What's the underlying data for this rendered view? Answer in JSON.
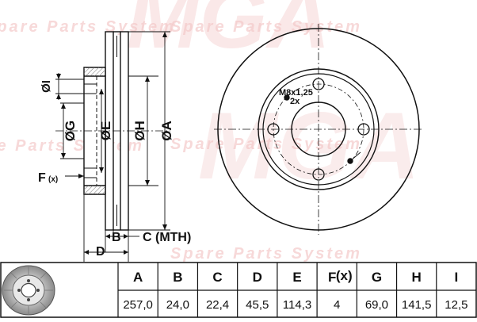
{
  "watermark": {
    "logo_text": "MGA",
    "slogan": "Spare Parts System"
  },
  "side_view": {
    "labels": {
      "I": "ØI",
      "G": "ØG",
      "E": "ØE",
      "H": "ØH",
      "A": "ØA",
      "F": "F",
      "F_sub": "(x)",
      "B": "B",
      "C": "C (MTH)",
      "D": "D"
    }
  },
  "front_view": {
    "bolt_label": "M8x1,25",
    "bolt_count_label": "2x"
  },
  "spec_table": {
    "columns": [
      {
        "header": "A",
        "value": "257,0"
      },
      {
        "header": "B",
        "value": "24,0"
      },
      {
        "header": "C",
        "value": "22,4"
      },
      {
        "header": "D",
        "value": "45,5"
      },
      {
        "header": "E",
        "value": "114,3"
      },
      {
        "header": "F",
        "header_sub": "(x)",
        "value": "4"
      },
      {
        "header": "G",
        "value": "69,0"
      },
      {
        "header": "H",
        "value": "141,5"
      },
      {
        "header": "I",
        "value": "12,5"
      }
    ]
  },
  "colors": {
    "line": "#111111",
    "watermark": "#f4c9c9",
    "disc_shade": "#cfcfcf"
  }
}
